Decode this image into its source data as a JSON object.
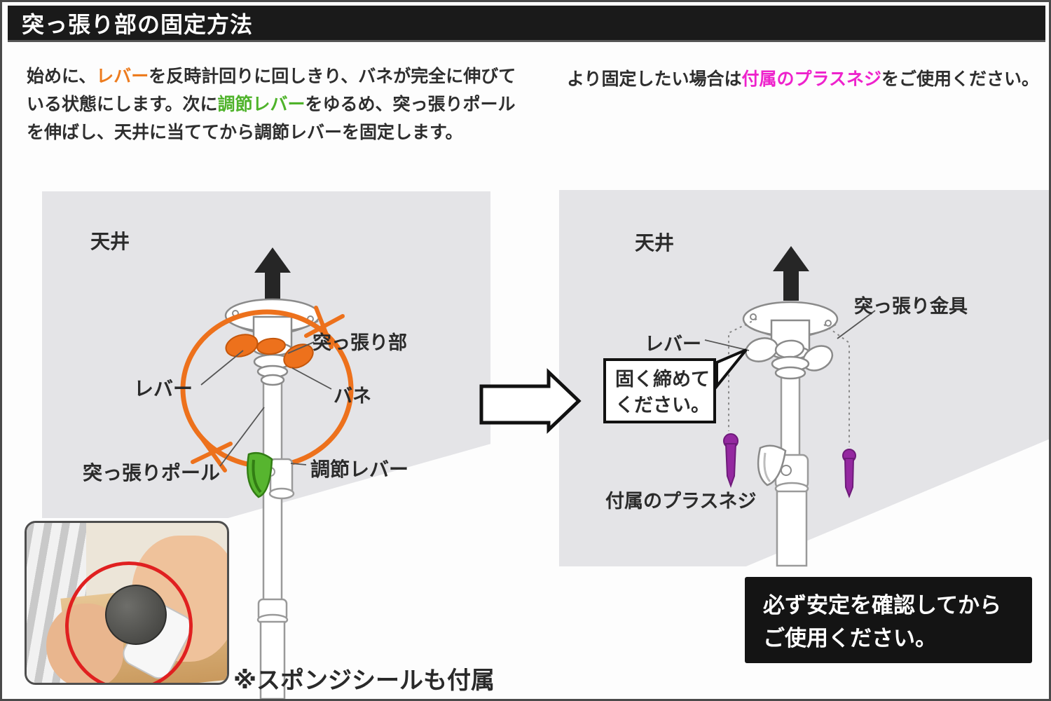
{
  "page": {
    "title": "突っ張り部の固定方法",
    "sponge_note": "※スポンジシールも付属",
    "warning_line1": "必ず安定を確認してから",
    "warning_line2": "ご使用ください。"
  },
  "intro_left": {
    "l1_a": "始めに、",
    "l1_lever": "レバー",
    "l1_b": "を反時計回りに回しきり、バネが完全に伸びて",
    "l2_a": "いる状態にします。次に",
    "l2_lever": "調節レバー",
    "l2_b": "をゆるめ、突っ張りポール",
    "l3": "を伸ばし、天井に当ててから調節レバーを固定します。"
  },
  "intro_right": {
    "a": "より固定したい場合は",
    "screw": "付属のプラスネジ",
    "b": "をご使用ください。"
  },
  "left_panel": {
    "ceiling_label": "天井",
    "tension_part_label": "突っ張り部",
    "spring_label": "バネ",
    "lever_label": "レバー",
    "pole_label": "突っ張りポール",
    "adjust_lever_label": "調節レバー"
  },
  "right_panel": {
    "ceiling_label": "天井",
    "bracket_label": "突っ張り金具",
    "lever_label": "レバー",
    "speech_line1": "固く締めて",
    "speech_line2": "ください。",
    "screw_label": "付属のプラスネジ"
  },
  "colors": {
    "accent_orange": "#ED7C1F",
    "accent_green": "#4FB32B",
    "accent_magenta": "#EE22CC",
    "screw_purple": "#9428A0",
    "panel_gray": "#E4E4E7",
    "title_bg": "#1A1A1A",
    "warning_bg": "#141414",
    "annotation_red": "#E02020"
  }
}
